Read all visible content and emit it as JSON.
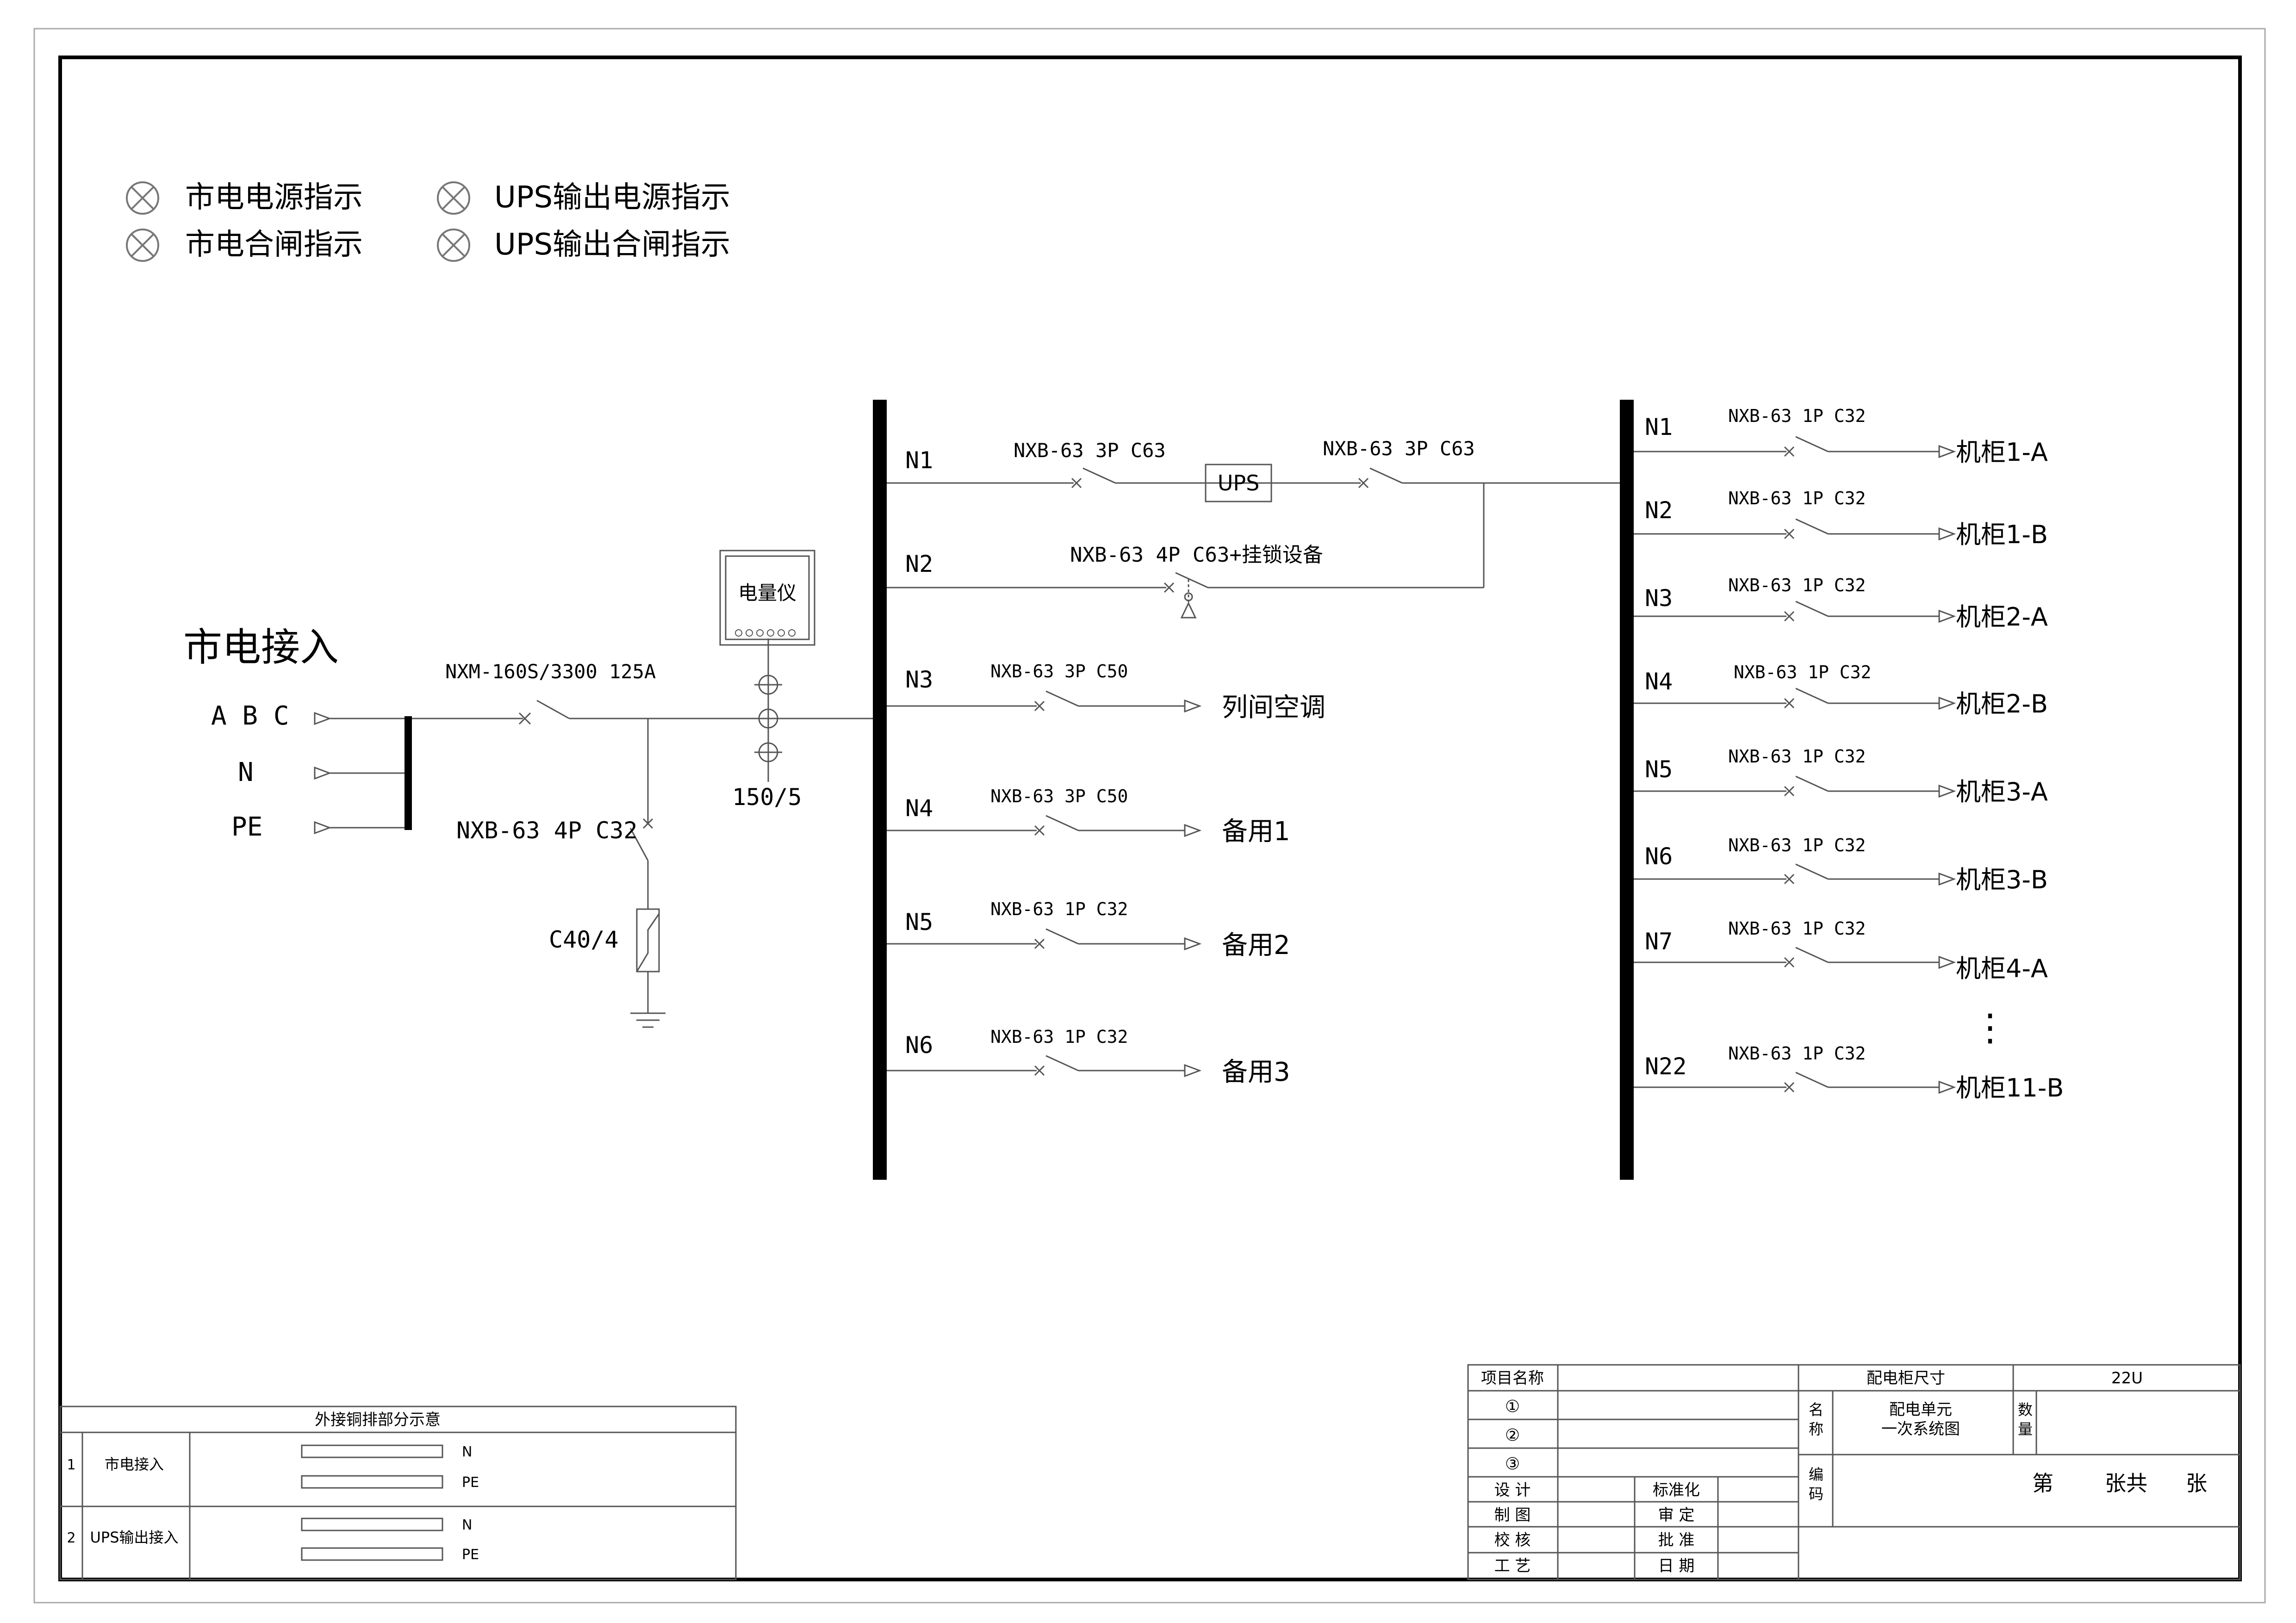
{
  "legend": {
    "items": [
      "市电电源指示",
      "UPS输出电源指示",
      "市电合闸指示",
      "UPS输出合闸指示"
    ]
  },
  "incoming": {
    "title": "市电接入",
    "phase_labels": [
      "A B C",
      "N",
      "PE"
    ],
    "main_breaker": "NXM-160S/3300 125A",
    "spd_breaker": "NXB-63 4P C32",
    "spd": "C40/4",
    "meter": "电量仪",
    "ct": "150/5"
  },
  "bus1": {
    "circuits": [
      {
        "id": "N1",
        "breaker": "NXB-63 3P C63",
        "ups": "UPS",
        "breaker2": "NXB-63 3P C63"
      },
      {
        "id": "N2",
        "breaker": "NXB-63 4P C63+挂锁设备"
      },
      {
        "id": "N3",
        "breaker": "NXB-63 3P C50",
        "load": "列间空调"
      },
      {
        "id": "N4",
        "breaker": "NXB-63 3P C50",
        "load": "备用1"
      },
      {
        "id": "N5",
        "breaker": "NXB-63 1P C32",
        "load": "备用2"
      },
      {
        "id": "N6",
        "breaker": "NXB-63 1P C32",
        "load": "备用3"
      }
    ]
  },
  "bus2": {
    "circuits": [
      {
        "id": "N1",
        "breaker": "NXB-63 1P C32",
        "load": "机柜1-A"
      },
      {
        "id": "N2",
        "breaker": "NXB-63 1P C32",
        "load": "机柜1-B"
      },
      {
        "id": "N3",
        "breaker": "NXB-63 1P C32",
        "load": "机柜2-A"
      },
      {
        "id": "N4",
        "breaker": "NXB-63 1P C32",
        "load": "机柜2-B"
      },
      {
        "id": "N5",
        "breaker": "NXB-63 1P C32",
        "load": "机柜3-A"
      },
      {
        "id": "N6",
        "breaker": "NXB-63 1P C32",
        "load": "机柜3-B"
      },
      {
        "id": "N7",
        "breaker": "NXB-63 1P C32",
        "load": "机柜4-A"
      },
      {
        "id": "N22",
        "breaker": "NXB-63 1P C32",
        "load": "机柜11-B"
      }
    ],
    "ellipsis": "⋮"
  },
  "copper_table": {
    "title": "外接铜排部分示意",
    "rows": [
      {
        "no": "1",
        "name": "市电接入",
        "bars": [
          "N",
          "PE"
        ]
      },
      {
        "no": "2",
        "name": "UPS输出接入",
        "bars": [
          "N",
          "PE"
        ]
      }
    ]
  },
  "title_block": {
    "project_label": "项目名称",
    "rev": [
      "①",
      "②",
      "③"
    ],
    "roles_left": [
      "设 计",
      "制 图",
      "校 核",
      "工 艺"
    ],
    "roles_right": [
      "标准化",
      "审 定",
      "批 准",
      "日 期"
    ],
    "size_label": "配电柜尺寸",
    "size_value": "22U",
    "name_label_1": "名",
    "name_label_2": "称",
    "name_value_1": "配电单元",
    "name_value_2": "一次系统图",
    "qty_label_1": "数",
    "qty_label_2": "量",
    "code_label_1": "编",
    "code_label_2": "码",
    "sheet_1": "第",
    "sheet_2": "张共",
    "sheet_3": "张"
  }
}
